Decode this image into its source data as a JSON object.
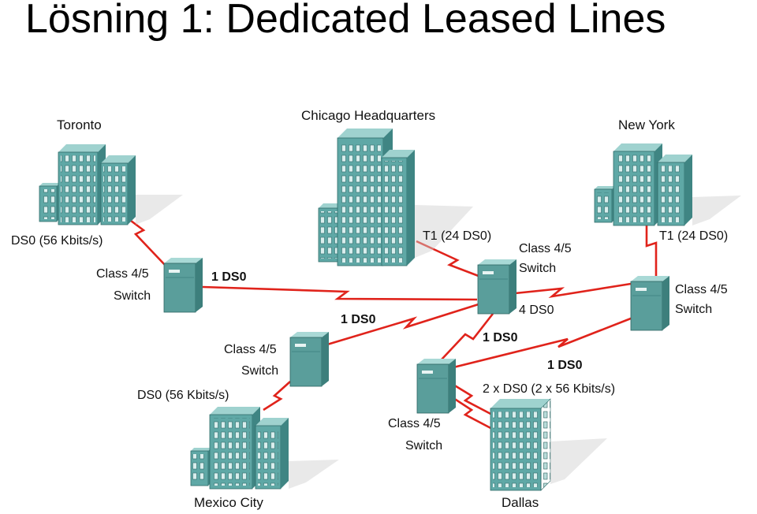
{
  "title": "Lösning 1: Dedicated Leased Lines",
  "colors": {
    "link": "#e0231b",
    "building_front": "#5fa8a6",
    "building_side": "#3f8583",
    "building_top": "#9fd2cf",
    "switch_front": "#5a9e9b",
    "switch_side": "#3d7f7c",
    "switch_top": "#a9d9d6"
  },
  "sites": {
    "toronto": "Toronto",
    "chicago": "Chicago Headquarters",
    "new_york": "New York",
    "mexico_city": "Mexico City",
    "dallas": "Dallas"
  },
  "switch_label": [
    "Class 4/5",
    "Switch"
  ],
  "link_labels": {
    "toronto_access": "DS0 (56 Kbits/s)",
    "mexico_access": "DS0 (56 Kbits/s)",
    "chicago_t1": "T1 (24 DS0)",
    "newyork_t1": "T1 (24 DS0)",
    "toronto_trunk": "1 DS0",
    "mexico_trunk": "1 DS0",
    "dallas_chicago": "1 DS0",
    "dallas_newyork": "1 DS0",
    "chicago_newyork": "4 DS0",
    "dallas_access": "2 x DS0 (2 x 56 Kbits/s)"
  }
}
